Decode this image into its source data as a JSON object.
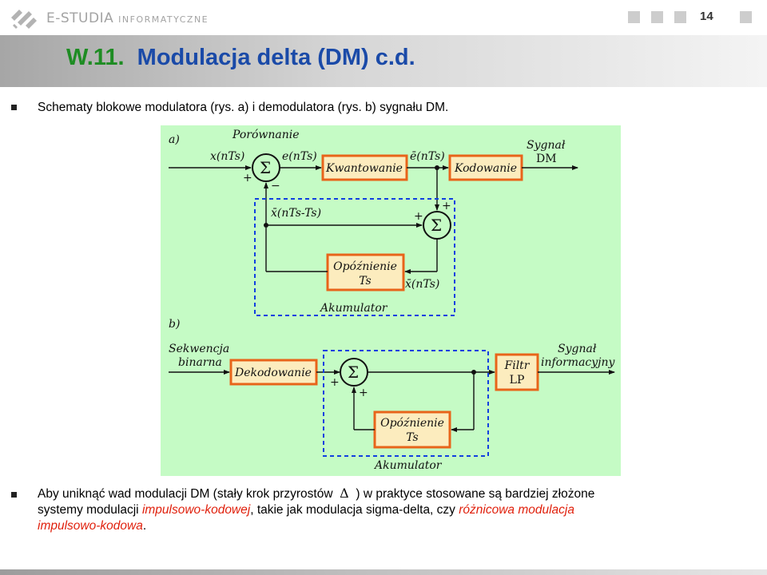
{
  "header": {
    "logo_main": "E-STUDIA",
    "logo_sub": "INFORMATYCZNE",
    "page_number": "14"
  },
  "title": {
    "number": "W.11.",
    "text": "Modulacja delta (DM) c.d."
  },
  "bullet1": "Schematy blokowe modulatora (rys. a) i demodulatora (rys. b) sygnału DM.",
  "diagram": {
    "a": {
      "label": "a)",
      "porownanie": "Porównanie",
      "input": "x(nTs)",
      "error": "e(nTs)",
      "quant_out": "ē(nTs)",
      "sygnal": "Sygnał",
      "dm": "DM",
      "kwantowanie": "Kwantowanie",
      "kodowanie": "Kodowanie",
      "feedback_top": "x̄(nTs-Ts)",
      "feedback_bottom": "x̄(nTs)",
      "opoznienie": "Opóźnienie",
      "ts": "Ts",
      "akumulator": "Akumulator",
      "plus": "+",
      "minus": "−",
      "sigma": "Σ"
    },
    "b": {
      "label": "b)",
      "sekwencja": "Sekwencja",
      "binarna": "binarna",
      "dekodowanie": "Dekodowanie",
      "filtr": "Filtr",
      "lp": "LP",
      "sygnal": "Sygnał",
      "informacyjny": "informacyjny",
      "opoznienie": "Opóźnienie",
      "ts": "Ts",
      "akumulator": "Akumulator",
      "plus": "+",
      "sigma": "Σ"
    }
  },
  "bullet2": {
    "line1_a": "Aby uniknąć wad modulacji DM (stały krok przyrostów",
    "delta": "Δ",
    "line1_b": ") w praktyce stosowane są bardziej złożone",
    "line2_a": "systemy modulacji ",
    "line2_red": "impulsowo-kodowej",
    "line2_b": ", takie jak modulacja sigma-delta, czy ",
    "line2_red2": "różnicowa modulacja",
    "line3_red": "impulsowo-kodowa",
    "line3_end": "."
  },
  "colors": {
    "title_number": "#1e8c23",
    "title_text": "#1a4aa8",
    "diagram_bg": "#c5fbc5",
    "block_border": "#e8641a",
    "block_fill": "#fcecbe",
    "dashed": "#1040e0",
    "highlight": "#e0200c"
  }
}
